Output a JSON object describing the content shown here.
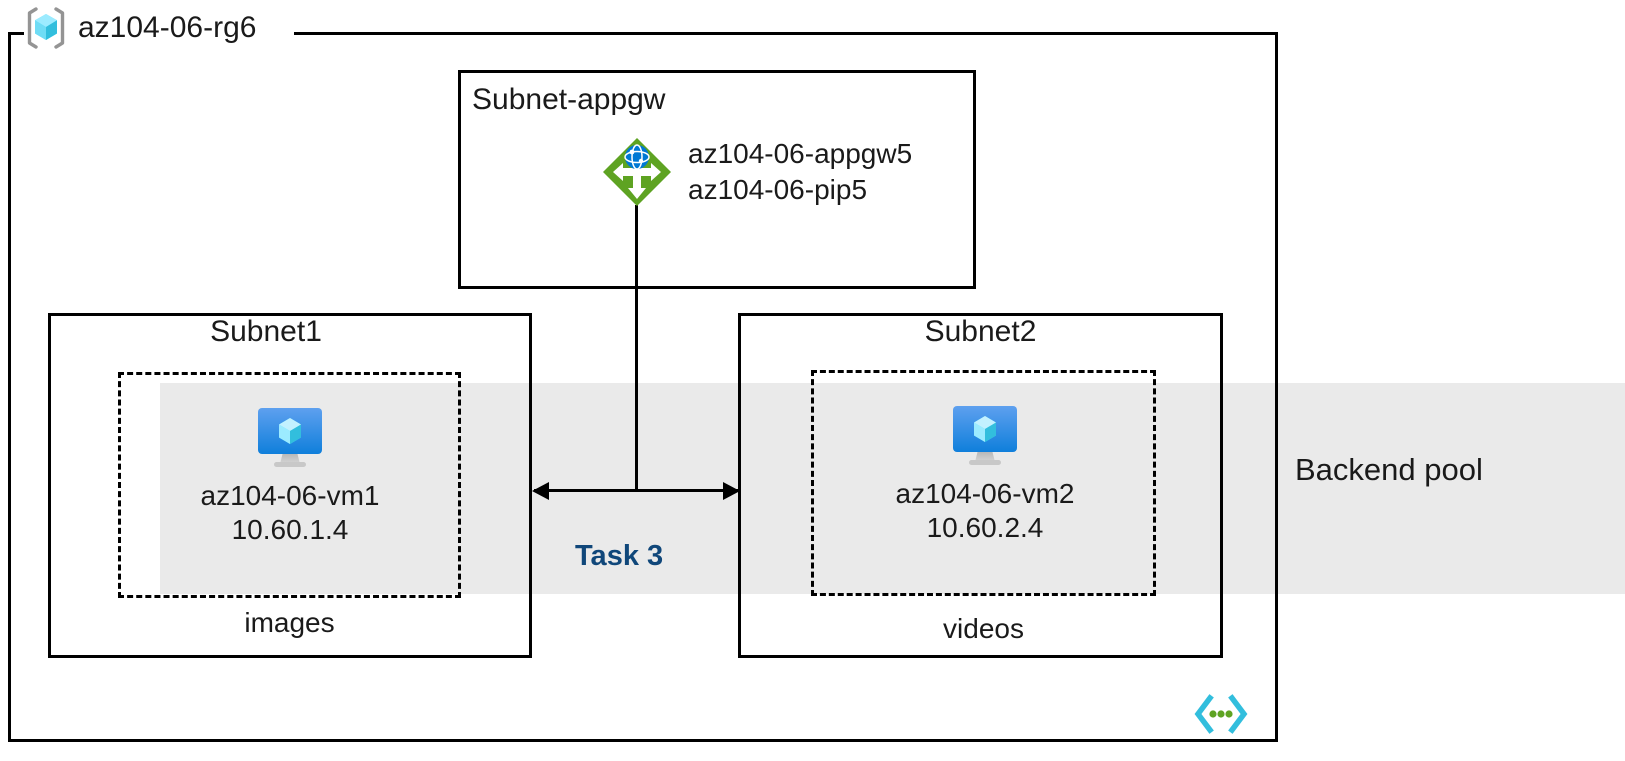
{
  "diagram": {
    "resource_group": {
      "name": "az104-06-rg6",
      "icon": "resource-group-cube-icon"
    },
    "subnets": [
      {
        "id": "appgw",
        "title": "Subnet-appgw",
        "resource": {
          "icon": "application-gateway-icon",
          "line1": "az104-06-appgw5",
          "line2": "az104-06-pip5"
        }
      },
      {
        "id": "subnet1",
        "title": "Subnet1",
        "footer": "images",
        "vm": {
          "icon": "virtual-machine-icon",
          "name": "az104-06-vm1",
          "ip": "10.60.1.4"
        }
      },
      {
        "id": "subnet2",
        "title": "Subnet2",
        "footer": "videos",
        "vm": {
          "icon": "virtual-machine-icon",
          "name": "az104-06-vm2",
          "ip": "10.60.2.4"
        }
      }
    ],
    "backend_pool": {
      "label": "Backend pool",
      "band_color": "#eaeaea"
    },
    "connector": {
      "task_label": "Task 3",
      "task_label_color": "#10477a"
    },
    "vnet_icon": {
      "name": "virtual-network-icon"
    },
    "colors": {
      "border": "#000000",
      "text": "#1a1a1a",
      "appgw_green": "#5ea322",
      "vm_blue": "#1b80e0",
      "cube_cyan": "#50e6ff",
      "vnet_cyan": "#32bedd",
      "vnet_green": "#5ea322",
      "bracket_gray": "#949494"
    }
  }
}
